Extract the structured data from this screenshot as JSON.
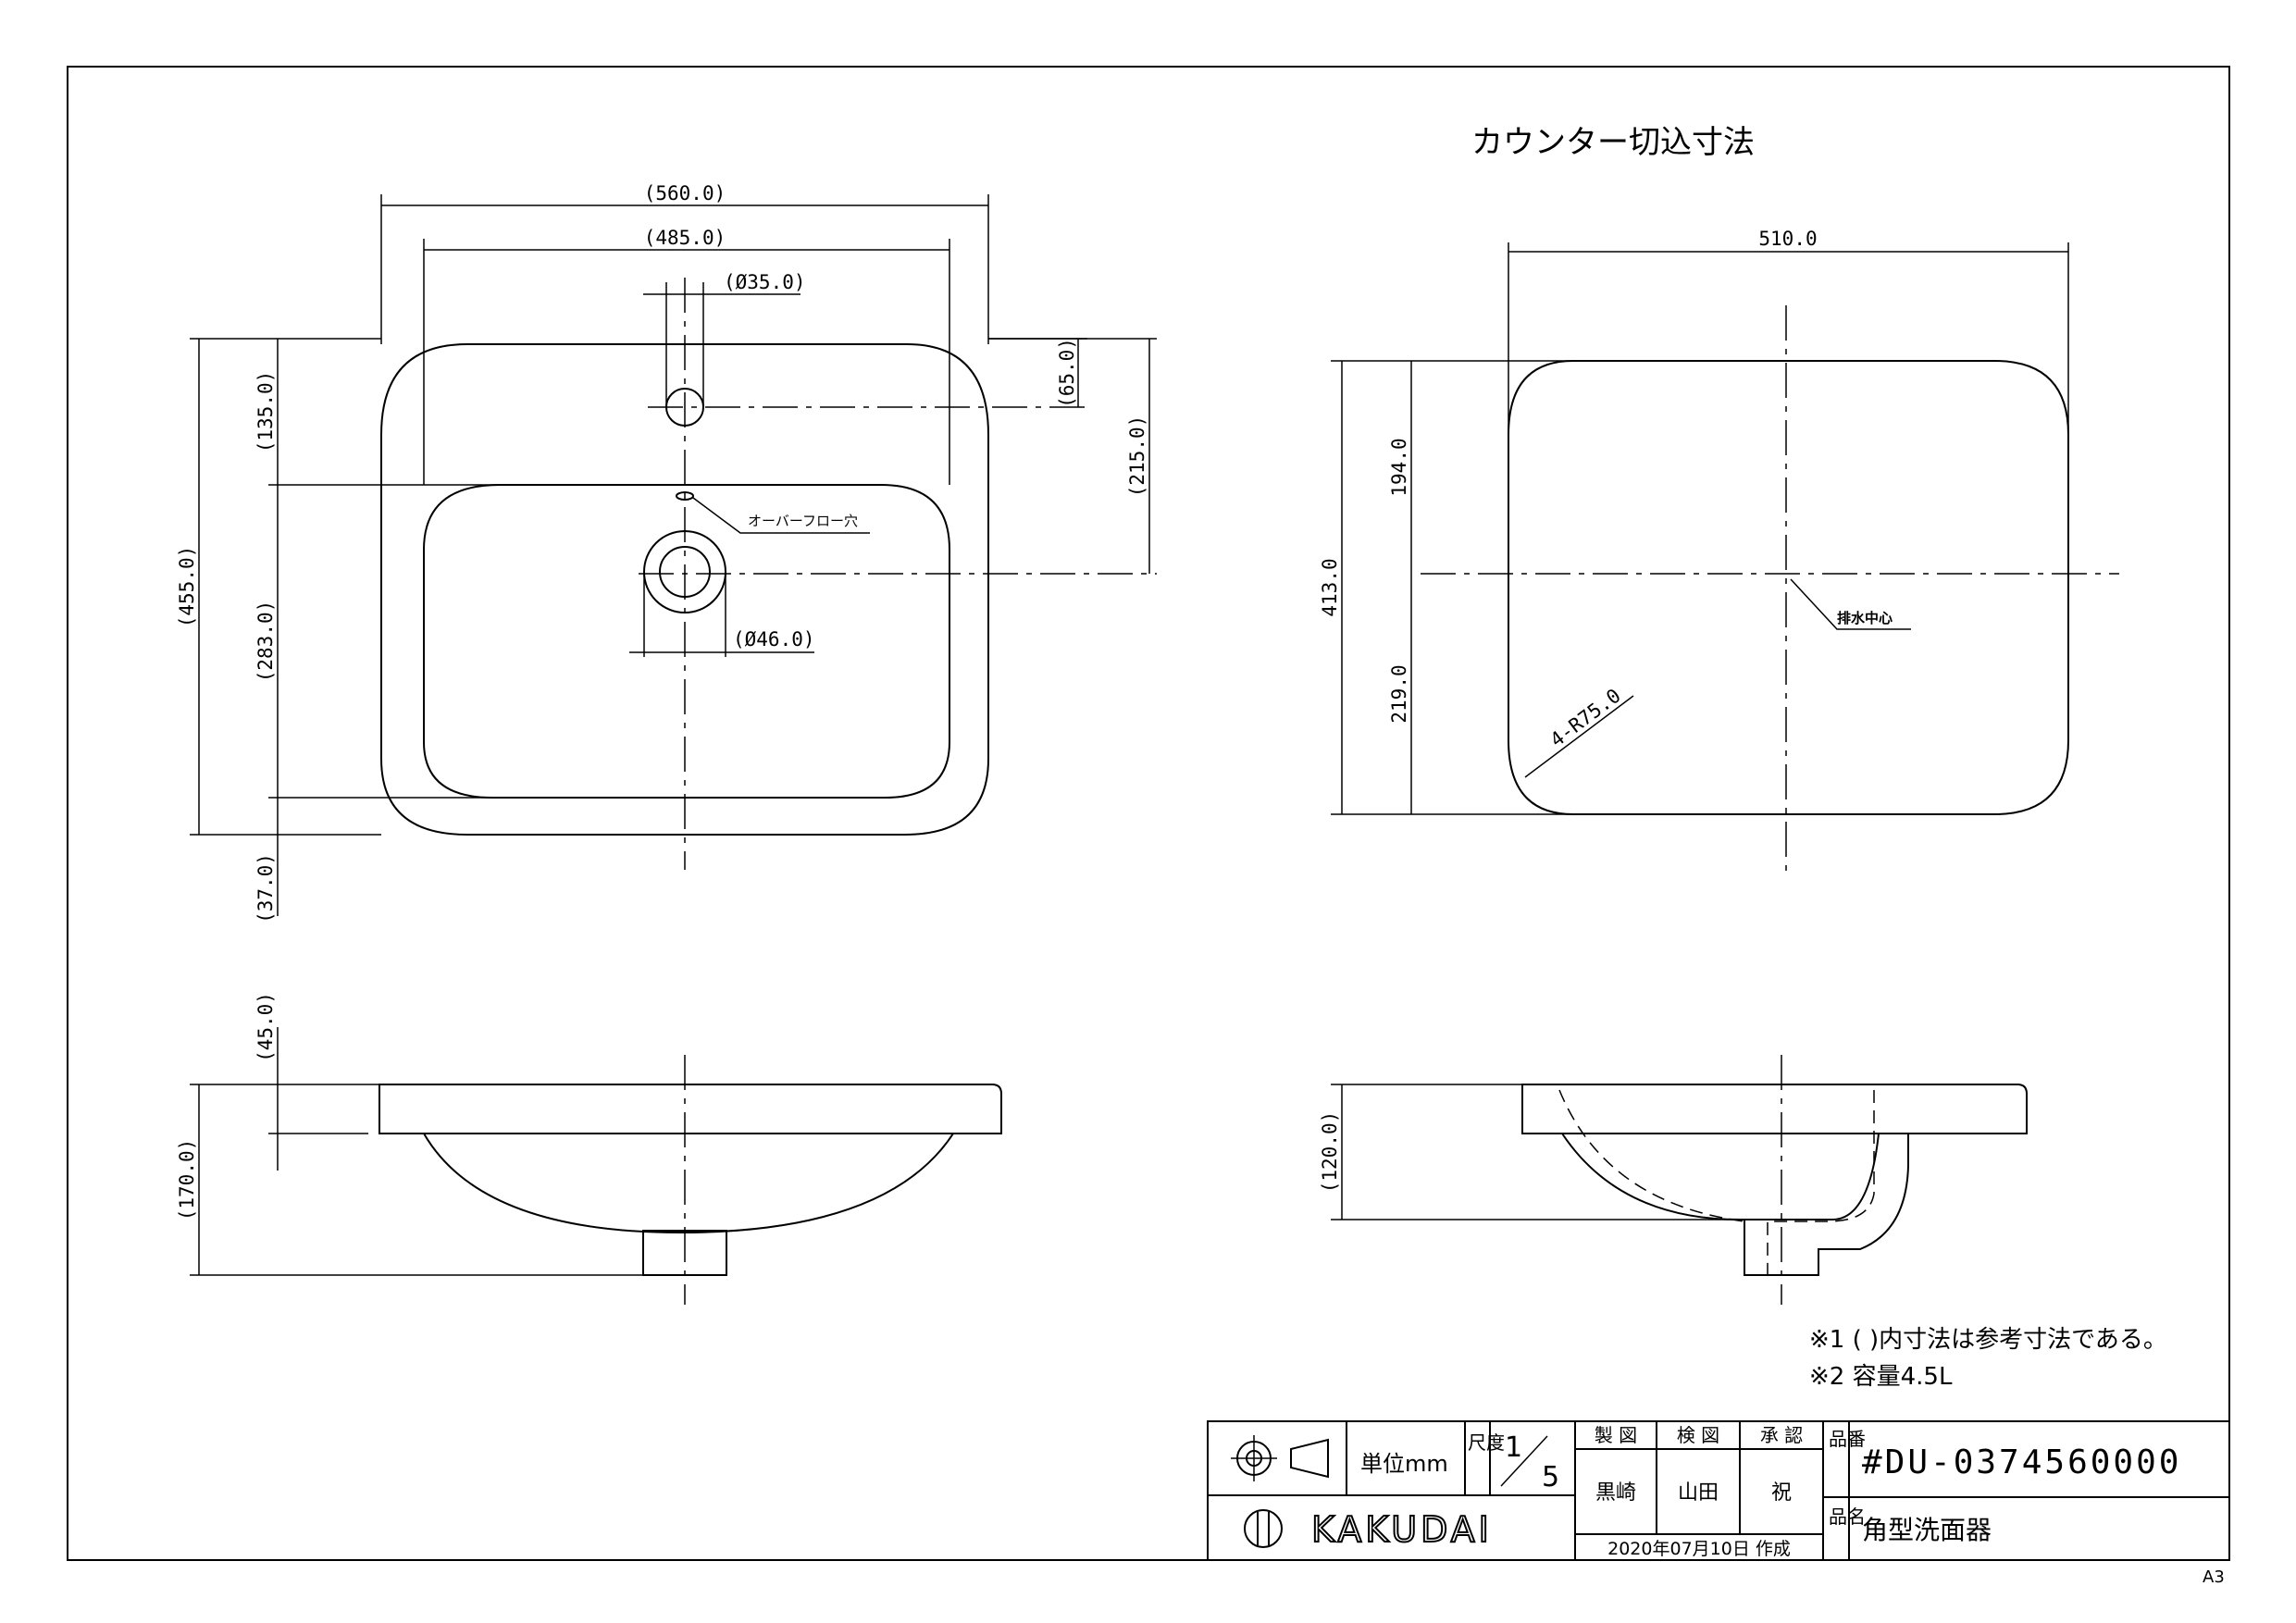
{
  "heading": "カウンター切込寸法",
  "top_view": {
    "width_outer": "(560.0)",
    "width_bowl": "(485.0)",
    "faucet_hole": "(Ø35.0)",
    "faucet_offset": "(65.0)",
    "drain_offset": "(215.0)",
    "depth_total": "(455.0)",
    "rim_front": "(135.0)",
    "bowl_depth": "(283.0)",
    "rim_back": "(37.0)",
    "overflow_label": "オーバーフロー穴",
    "drain_hole": "(Ø46.0)"
  },
  "cutout_view": {
    "width": "510.0",
    "depth_total": "413.0",
    "front": "194.0",
    "back": "219.0",
    "radius": "4-R75.0",
    "drain_center_label": "排水中心"
  },
  "front_view": {
    "rim_height": "(45.0)",
    "total_height": "(170.0)"
  },
  "side_view": {
    "height": "(120.0)"
  },
  "notes": [
    "※1  ( )内寸法は参考寸法である。",
    "※2  容量4.5L"
  ],
  "title_block": {
    "unit_label": "単位mm",
    "scale_label": "尺度",
    "scale_num": "1",
    "scale_den": "5",
    "drawn_label": "製 図",
    "checked_label": "検 図",
    "approved_label": "承 認",
    "drawn_by": "黒崎",
    "checked_by": "山田",
    "approved_by": "祝",
    "date": "2020年07月10日 作成",
    "part_no_label": "品番",
    "part_no": "#DU-0374560000",
    "part_name_label": "品名",
    "part_name": "角型洗面器",
    "brand": "KAKUDAI"
  },
  "sheet_size": "A3"
}
